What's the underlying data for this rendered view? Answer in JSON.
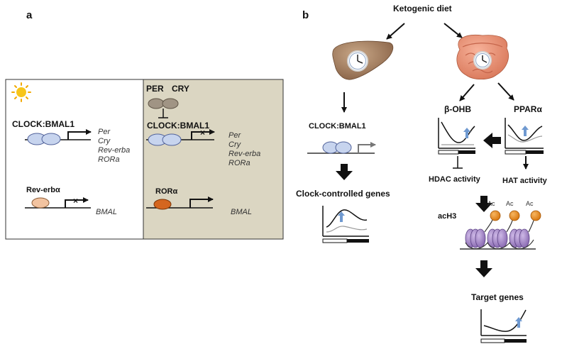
{
  "panel_a": {
    "label": "a",
    "day": {
      "clock_label": "CLOCK:BMAL1",
      "clock_targets": [
        "Per",
        "Cry",
        "Rev-erba",
        "RORa"
      ],
      "reverb_label": "Rev-erbα",
      "reverb_target": "BMAL",
      "icon": "sun-icon"
    },
    "night": {
      "per_label": "PER",
      "cry_label": "CRY",
      "clock_label": "CLOCK:BMAL1",
      "clock_targets": [
        "Per",
        "Cry",
        "Rev-erba",
        "RORa"
      ],
      "ror_label": "RORα",
      "ror_target": "BMAL",
      "icon": "moon-icon"
    }
  },
  "panel_b": {
    "label": "b",
    "top": "Ketogenic diet",
    "liver_icon": "liver-icon",
    "intestine_icon": "intestine-icon",
    "clock_label": "CLOCK:BMAL1",
    "ccg_label": "Clock-controlled genes",
    "bohb_label": "β-OHB",
    "ppar_label": "PPARα",
    "hdac_label": "HDAC activity",
    "hat_label": "HAT activity",
    "ach3_label": "acH3",
    "ac_label": "Ac",
    "target_label": "Target genes"
  },
  "colors": {
    "night_bg": "#dbd6c2",
    "clock_oval": "#c7d4ee",
    "reverb_oval": "#f2c3a0",
    "ror_oval": "#d4661f",
    "per_cry_oval": "#a09484",
    "nucleosome": "#a184c2",
    "ac_ball": "#e3871a",
    "up_arrow": "#6f99d0"
  }
}
